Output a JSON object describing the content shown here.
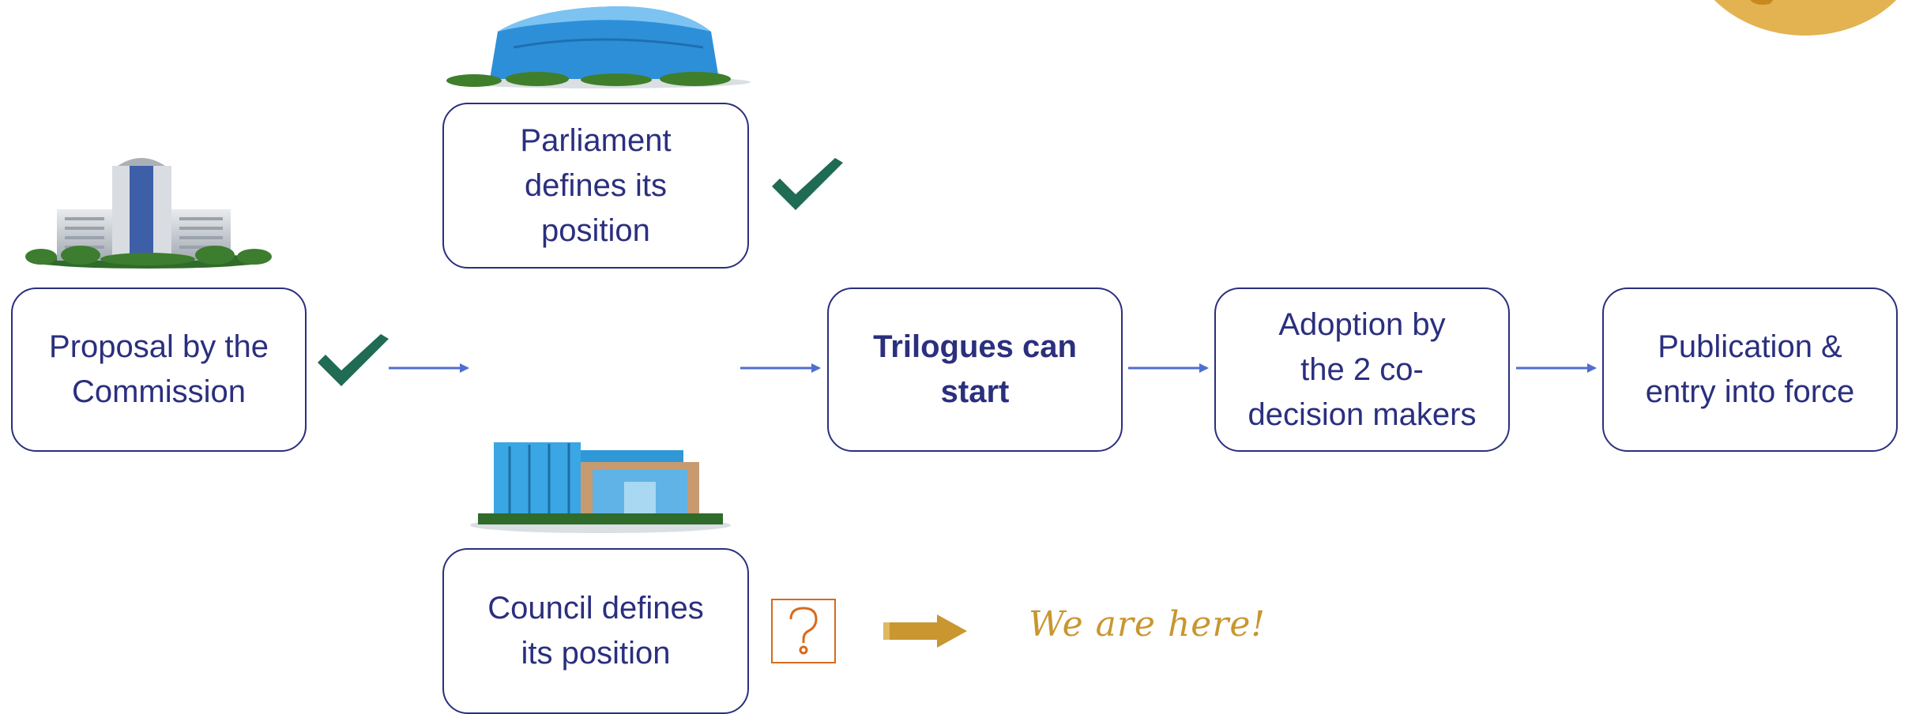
{
  "boxes": {
    "proposal": "Proposal by the\nCommission",
    "parliament": "Parliament\ndefines its\nposition",
    "council": "Council defines\nits position",
    "trilogues": "Trilogues can\nstart",
    "adoption": "Adoption by\nthe 2 co-\ndecision makers",
    "publication": "Publication &\nentry into force"
  },
  "status": {
    "proposal": "done",
    "parliament": "done",
    "council": "pending"
  },
  "we_are_here": "We are here!",
  "icons": {
    "done": "check-mark-icon",
    "pending": "question-mark-icon",
    "pointer": "arrow-right-icon"
  },
  "colors": {
    "box_border": "#2b2f7e",
    "text": "#2b2f7e",
    "flow_arrow": "#4f6fd0",
    "check": "#1f6b54",
    "question": "#d86a1c",
    "highlight": "#c9962f"
  }
}
